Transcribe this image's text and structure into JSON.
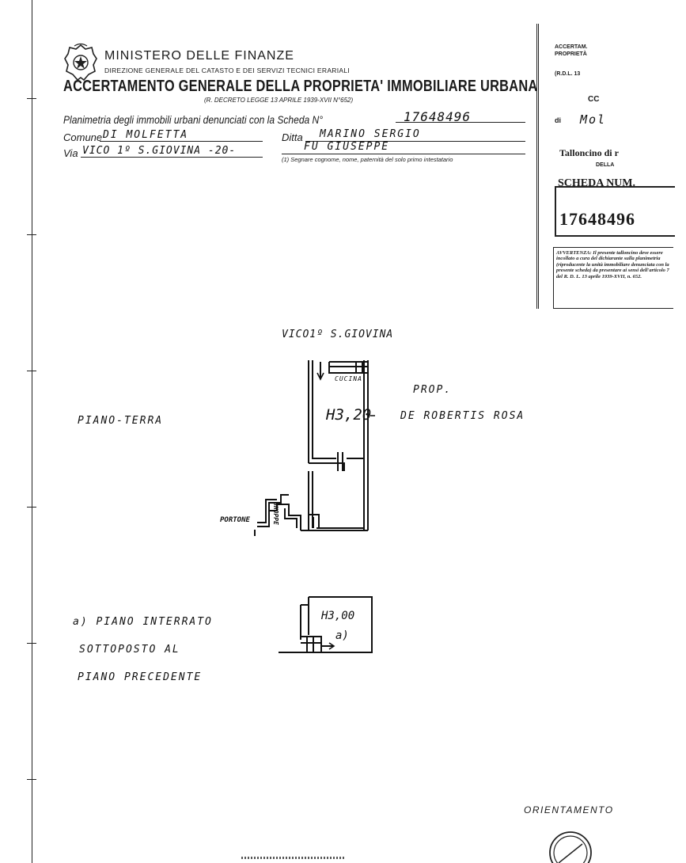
{
  "header": {
    "ministry": "MINISTERO DELLE FINANZE",
    "direction": "DIREZIONE GENERALE DEL CATASTO E DEI SERVIZI TECNICI ERARIALI",
    "title": "ACCERTAMENTO GENERALE DELLA PROPRIETA' IMMOBILIARE URBANA",
    "decree": "(R. DECRETO LEGGE 13 APRILE 1939-XVII N°652)"
  },
  "form": {
    "planimetria_label": "Planimetria degli immobili urbani denunciati con la Scheda N°",
    "scheda_number": "17648496",
    "comune_label": "Comune",
    "comune_value": "DI MOLFETTA",
    "ditta_label": "Ditta",
    "ditta_value": "MARINO SERGIO",
    "via_label": "Via",
    "via_value": "VICO 1º S.GIOVINA -20-",
    "paternita_value": "FU GIUSEPPE",
    "footnote": "(1) Segnare cognome, nome, paternità del solo primo intestatario"
  },
  "counterfoil": {
    "line1": "ACCERTAM.",
    "line2": "PROPRIETÀ",
    "rol": "(R.D.L. 13",
    "co": "CC",
    "di": "di",
    "di_hand": "Mol",
    "talloncino": "Talloncino di r",
    "della": "DELLA",
    "scheda_num": "SCHEDA NUM.",
    "number": "17648496",
    "avvertenza": "AVVERTENZA: Il presente talloncino deve essere incollato a cura del dichiarante sulla planimetria (riproducente la unità immobiliare denunciata con la presente scheda) da presentare ai sensi dell'articolo 7 del R. D. L. 13 aprile 1939-XVII, n. 652."
  },
  "plan": {
    "street": "VICO1º S.GIOVINA",
    "kitchen": "CUCINA",
    "height1": "H3,20",
    "owner_line1": "PROP.",
    "owner_line2": "DE ROBERTIS ROSA",
    "floor1": "PIANO-TERRA",
    "portone": "PORTONE",
    "shop": "SHOPPE",
    "height2": "H3,00",
    "sub_label": "a)",
    "basement_line1": "a) PIANO INTERRATO",
    "basement_line2": "SOTTOPOSTO AL",
    "basement_line3": "PIANO PRECEDENTE"
  },
  "orientation_label": "ORIENTAMENTO"
}
